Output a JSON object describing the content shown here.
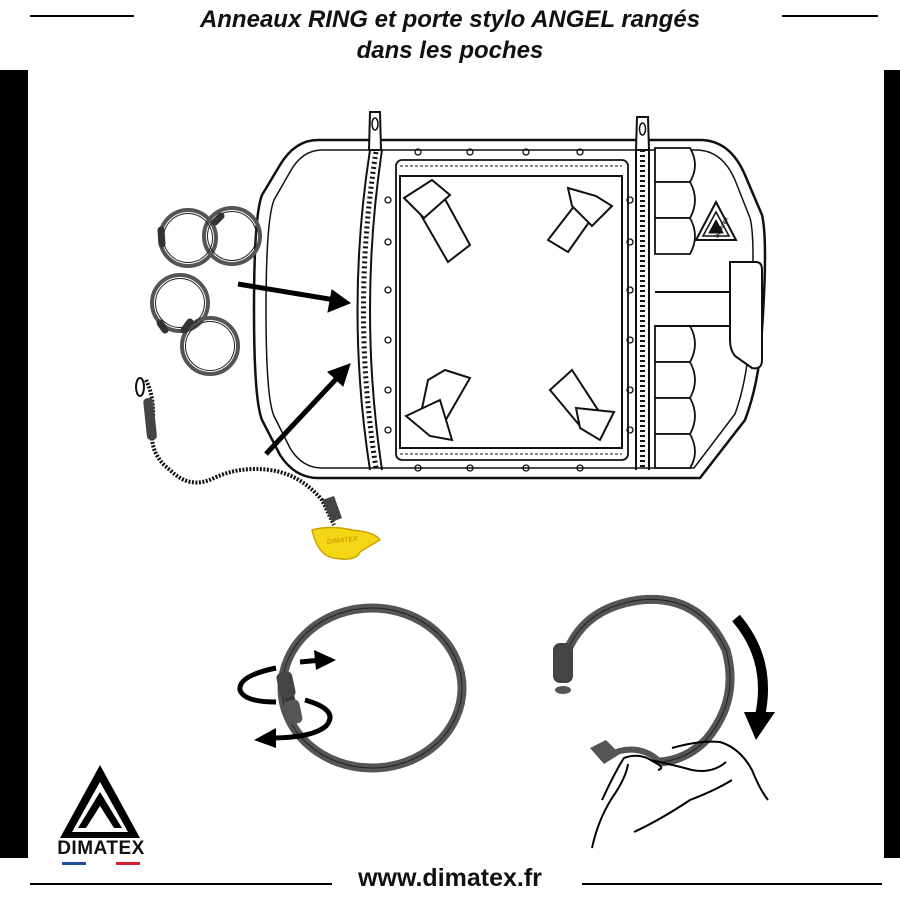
{
  "title_lines": [
    "Anneaux RING et porte stylo ANGEL rangés",
    "dans les poches"
  ],
  "website": "www.dimatex.fr",
  "brand": {
    "name": "DIMATEX",
    "flag_colors": [
      "#1f4fa3",
      "#ffffff",
      "#d2232a"
    ]
  },
  "pen_holder_label": "DIMATEX",
  "bag_logo_label": "DIMATEX",
  "colors": {
    "ring": "#555555",
    "pen_holder": "#f5d616",
    "outline": "#111111",
    "background": "#ffffff"
  },
  "icons": [
    "tablet-bag-illustration",
    "ring-icon",
    "pen-holder-icon",
    "rotate-arrow-icon",
    "curved-arrow-icon",
    "hand-icon",
    "dimatex-logo-icon"
  ]
}
